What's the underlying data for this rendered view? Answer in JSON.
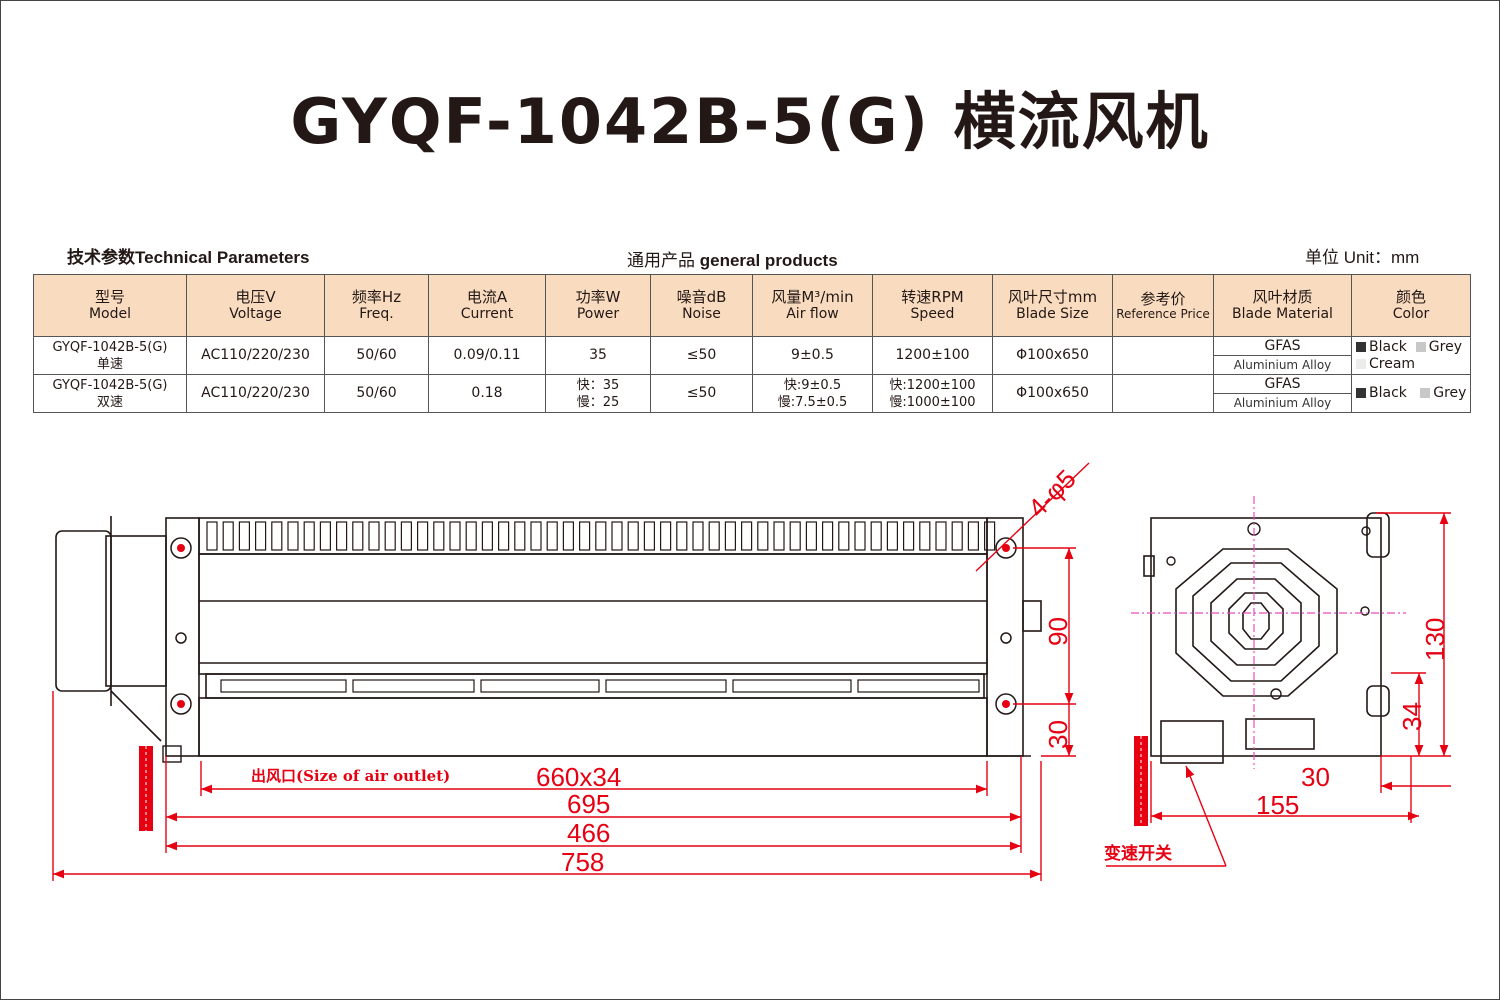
{
  "title": "GYQF-1042B-5(G) 横流风机",
  "section": {
    "tech_params_cn": "技术参数",
    "tech_params_en": "Technical Parameters",
    "general_cn": "通用产品",
    "general_en": "general products",
    "unit_cn": "单位",
    "unit_en": "Unit：mm"
  },
  "table": {
    "headers": [
      {
        "cn": "型号",
        "en": "Model"
      },
      {
        "cn": "电压V",
        "en": "Voltage"
      },
      {
        "cn": "频率Hz",
        "en": "Freq."
      },
      {
        "cn": "电流A",
        "en": "Current"
      },
      {
        "cn": "功率W",
        "en": "Power"
      },
      {
        "cn": "噪音dB",
        "en": "Noise"
      },
      {
        "cn": "风量M³/min",
        "en": "Air flow"
      },
      {
        "cn": "转速RPM",
        "en": "Speed"
      },
      {
        "cn": "风叶尺寸mm",
        "en": "Blade Size"
      },
      {
        "cn": "参考价",
        "en": "Reference Price"
      },
      {
        "cn": "风叶材质",
        "en": "Blade Material"
      },
      {
        "cn": "颜色",
        "en": "Color"
      }
    ],
    "rows": [
      {
        "model": "GYQF-1042B-5(G)",
        "model_sub": "单速",
        "voltage": "AC110/220/230",
        "freq": "50/60",
        "current": "0.09/0.11",
        "power_1": "35",
        "power_2": "",
        "noise": "≤50",
        "airflow_1": "9±0.5",
        "airflow_2": "",
        "speed_1": "1200±100",
        "speed_2": "",
        "blade_size": "Φ100x650",
        "price": "",
        "material_1": "GFAS",
        "material_2": "Aluminium Alloy",
        "colors": [
          "Black",
          "Grey",
          "Cream"
        ]
      },
      {
        "model": "GYQF-1042B-5(G)",
        "model_sub": "双速",
        "voltage": "AC110/220/230",
        "freq": "50/60",
        "current": "0.18",
        "power_1": "快：35",
        "power_2": "慢：25",
        "noise": "≤50",
        "airflow_1": "快:9±0.5",
        "airflow_2": "慢:7.5±0.5",
        "speed_1": "快:1200±100",
        "speed_2": "慢:1000±100",
        "blade_size": "Φ100x650",
        "price": "",
        "material_1": "GFAS",
        "material_2": "Aluminium Alloy",
        "colors": [
          "Black",
          "Grey"
        ]
      }
    ]
  },
  "swatches": {
    "black": "#333333",
    "grey": "#c8c8c8",
    "cream": "#ececec"
  },
  "drawing": {
    "outlet_label": "出风口(Size of  air outlet)",
    "dim_outlet": "660x34",
    "dim_695": "695",
    "dim_466": "466",
    "dim_758": "758",
    "dim_90": "90",
    "dim_30": "30",
    "holes": "4-φ5",
    "side_130": "130",
    "side_34": "34",
    "side_30": "30",
    "side_155": "155",
    "switch_label": "变速开关"
  },
  "colors": {
    "dim_red": "#e60012",
    "center_pink": "#e84cbf",
    "line": "#231815",
    "header_bg": "#f9dcc0"
  }
}
